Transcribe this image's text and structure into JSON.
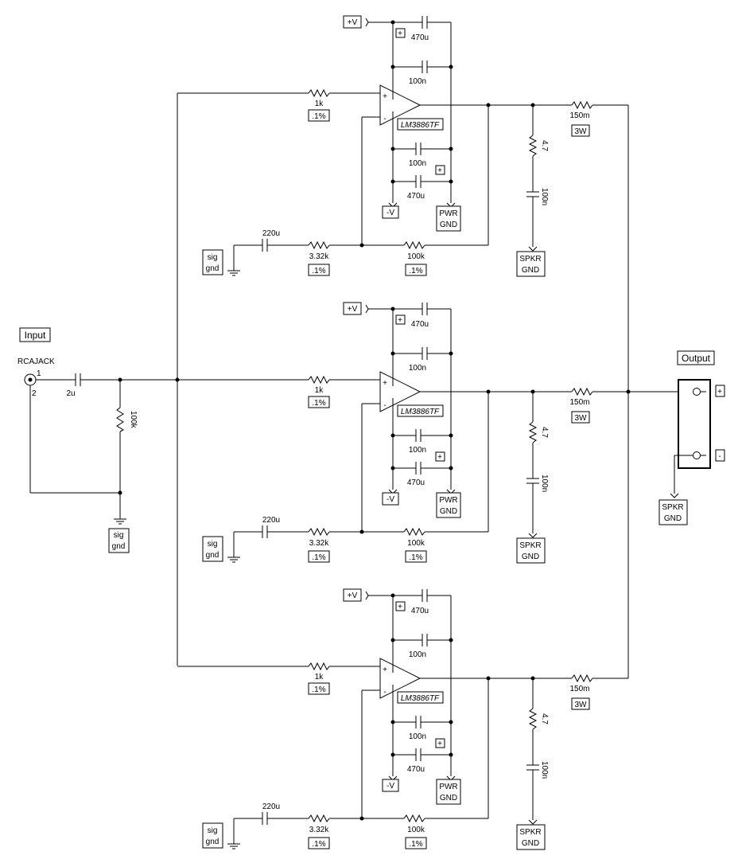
{
  "input": {
    "label": "Input",
    "jack_name": "RCAJACK",
    "pin1": "1",
    "pin2": "2"
  },
  "input_section": {
    "cap": "2u",
    "res": "100k",
    "gnd_label": [
      "sig",
      "gnd"
    ]
  },
  "output": {
    "label": "Output",
    "plus": "+",
    "minus": "-",
    "gnd_label": [
      "SPKR",
      "GND"
    ]
  },
  "channels": [
    {
      "supply_pos": "+V",
      "supply_neg": "-V",
      "cap_top_bulk": "470u",
      "cap_top_ceramic": "100n",
      "cap_bot_ceramic": "100n",
      "cap_bot_bulk": "470u",
      "cap_polarity": "+",
      "in_res": "1k",
      "in_res_tol": ".1%",
      "opamp": "LM3886TF",
      "opamp_plus": "+",
      "opamp_minus": "-",
      "pwr_gnd": [
        "PWR",
        "GND"
      ],
      "fb_cap": "220u",
      "gain_res": "3.32k",
      "gain_res_tol": ".1%",
      "fb_res": "100k",
      "fb_res_tol": ".1%",
      "sig_gnd": [
        "sig",
        "gnd"
      ],
      "zobel_res": "4.7",
      "zobel_cap": "100n",
      "spkr_gnd": [
        "SPKR",
        "GND"
      ],
      "out_res": "150m",
      "out_res_power": "3W"
    },
    {
      "supply_pos": "+V",
      "supply_neg": "-V",
      "cap_top_bulk": "470u",
      "cap_top_ceramic": "100n",
      "cap_bot_ceramic": "100n",
      "cap_bot_bulk": "470u",
      "cap_polarity": "+",
      "in_res": "1k",
      "in_res_tol": ".1%",
      "opamp": "LM3886TF",
      "opamp_plus": "+",
      "opamp_minus": "-",
      "pwr_gnd": [
        "PWR",
        "GND"
      ],
      "fb_cap": "220u",
      "gain_res": "3.32k",
      "gain_res_tol": ".1%",
      "fb_res": "100k",
      "fb_res_tol": ".1%",
      "sig_gnd": [
        "sig",
        "gnd"
      ],
      "zobel_res": "4.7",
      "zobel_cap": "100n",
      "spkr_gnd": [
        "SPKR",
        "GND"
      ],
      "out_res": "150m",
      "out_res_power": "3W"
    },
    {
      "supply_pos": "+V",
      "supply_neg": "-V",
      "cap_top_bulk": "470u",
      "cap_top_ceramic": "100n",
      "cap_bot_ceramic": "100n",
      "cap_bot_bulk": "470u",
      "cap_polarity": "+",
      "in_res": "1k",
      "in_res_tol": ".1%",
      "opamp": "LM3886TF",
      "opamp_plus": "+",
      "opamp_minus": "-",
      "pwr_gnd": [
        "PWR",
        "GND"
      ],
      "fb_cap": "220u",
      "gain_res": "3.32k",
      "gain_res_tol": ".1%",
      "fb_res": "100k",
      "fb_res_tol": ".1%",
      "sig_gnd": [
        "sig",
        "gnd"
      ],
      "zobel_res": "4.7",
      "zobel_cap": "100n",
      "spkr_gnd": [
        "SPKR",
        "GND"
      ],
      "out_res": "150m",
      "out_res_power": "3W"
    }
  ]
}
